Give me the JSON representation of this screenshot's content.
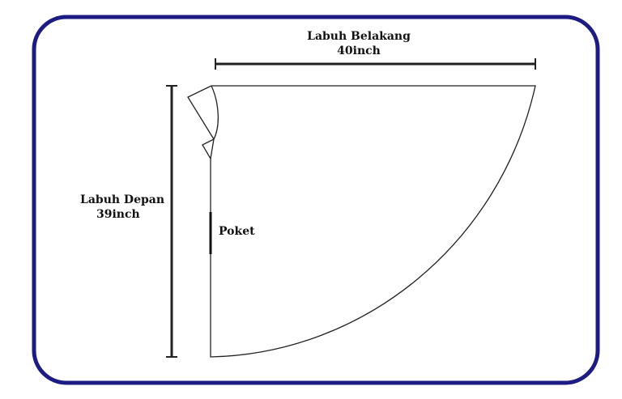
{
  "colors": {
    "border": "#1c1c84",
    "line": "#222222",
    "text": "#111111",
    "background": "#ffffff"
  },
  "labels": {
    "back_hem": {
      "name": "Labuh Belakang",
      "size": "40inch"
    },
    "front_hem": {
      "name": "Labuh Depan",
      "size": "39inch"
    },
    "pocket": "Poket"
  }
}
